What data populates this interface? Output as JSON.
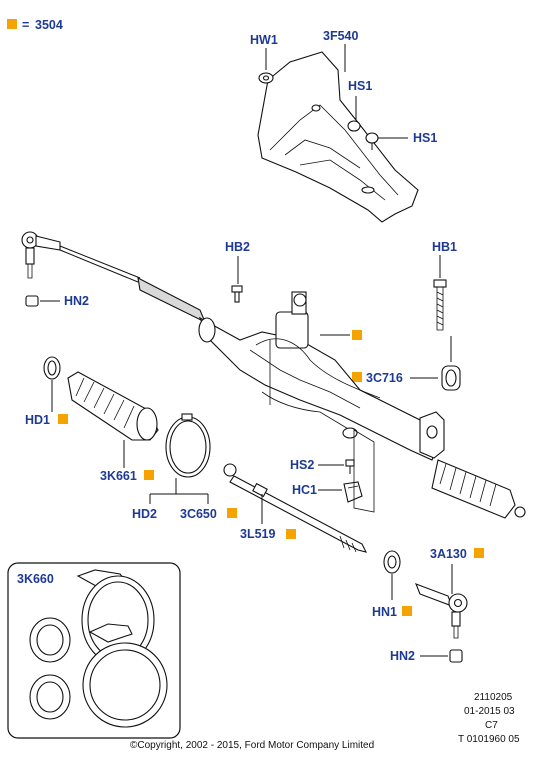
{
  "legend": {
    "symbol_color": "#f5a300",
    "equals": "=",
    "code": "3504"
  },
  "labels": {
    "hw1": "HW1",
    "f540": "3F540",
    "hs1a": "HS1",
    "hs1b": "HS1",
    "hb2": "HB2",
    "hb1": "HB1",
    "hn2a": "HN2",
    "c716": "3C716",
    "hd1": "HD1",
    "k661": "3K661",
    "hs2": "HS2",
    "hc1": "HC1",
    "hd2": "HD2",
    "c650": "3C650",
    "l519": "3L519",
    "a130": "3A130",
    "hn1": "HN1",
    "hn2b": "HN2",
    "k660": "3K660"
  },
  "footer": {
    "ref1": "2110205",
    "ref2": "01-2015 03",
    "ref3": "C7",
    "ref4": "T 0101960 05",
    "copyright": "©Copyright, 2002 - 2015, Ford Motor Company Limited"
  }
}
